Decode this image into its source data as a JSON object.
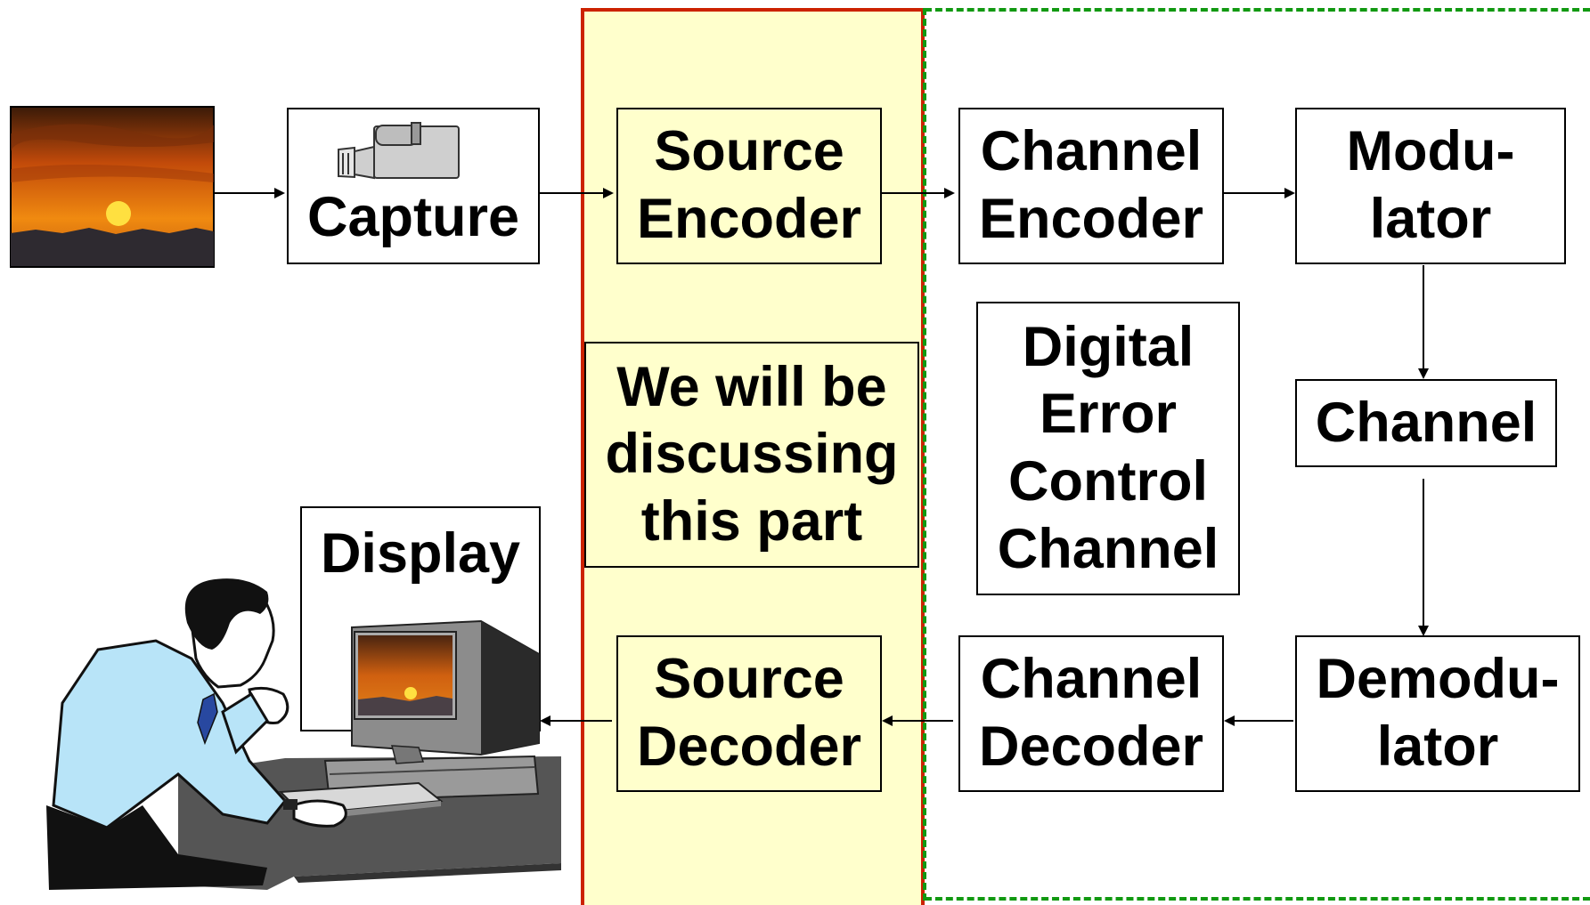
{
  "diagram": {
    "capture": "Capture",
    "source_encoder": "Source\nEncoder",
    "channel_encoder": "Channel\nEncoder",
    "modulator": "Modu-\nlator",
    "channel": "Channel",
    "demodulator": "Demodu-\nlator",
    "channel_decoder": "Channel\nDecoder",
    "source_decoder": "Source\nDecoder",
    "display": "Display",
    "note": "We will be\ndiscussing\nthis part",
    "digital_channel": "Digital\nError\nControl\nChannel"
  },
  "colors": {
    "source_region_fill": "#ffffcc",
    "source_region_border": "#cc2200",
    "channel_region_border": "#119911"
  }
}
